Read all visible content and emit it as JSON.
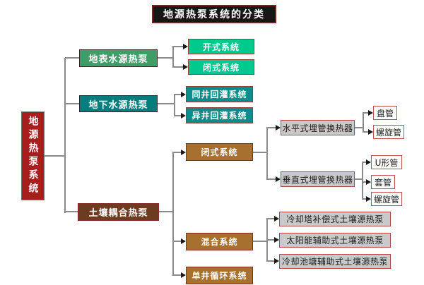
{
  "title": "地源热泵系统的分类",
  "root": "地源热泵系统",
  "nodes": {
    "surface_water": "地表水源热泵",
    "open_system": "开式系统",
    "closed_system_water": "闭式系统",
    "groundwater": "地下水源热泵",
    "same_well_recharge": "同井回灌系统",
    "different_well_recharge": "异井回灌系统",
    "soil_coupled": "土壤耦合热泵",
    "closed_system_soil": "闭式系统",
    "hybrid_system": "混合系统",
    "single_well_circulation": "单井循环系统",
    "horizontal_buried_pipe_hx": "水平式埋管换热器",
    "vertical_buried_pipe_hx": "垂直式埋管换热器",
    "coil_pipe": "盘管",
    "spiral_pipe_horizontal": "螺旋管",
    "u_shaped_pipe": "U形管",
    "casing_pipe": "套管",
    "spiral_pipe_vertical": "螺旋管",
    "cooling_tower_compensated": "冷却塔补偿式土壤源热泵",
    "solar_assisted": "太阳能辅助式土壤源热泵",
    "cooling_pond_assisted": "冷却池塘辅助式土壤源热泵"
  },
  "colors": {
    "title_bg": "#161616",
    "title_border": "#7b1f1f",
    "root_red": "#a61e1e",
    "surface_green": "#3f9e68",
    "bright_green": "#00c98e",
    "deep_teal": "#067d7d",
    "teal": "#0d8c8c",
    "dark_brown": "#6d3b20",
    "brown": "#a8702f",
    "gray_fill": "#c9c9c9",
    "red_border": "#b24545",
    "line_gray": "#8a8a8a"
  }
}
